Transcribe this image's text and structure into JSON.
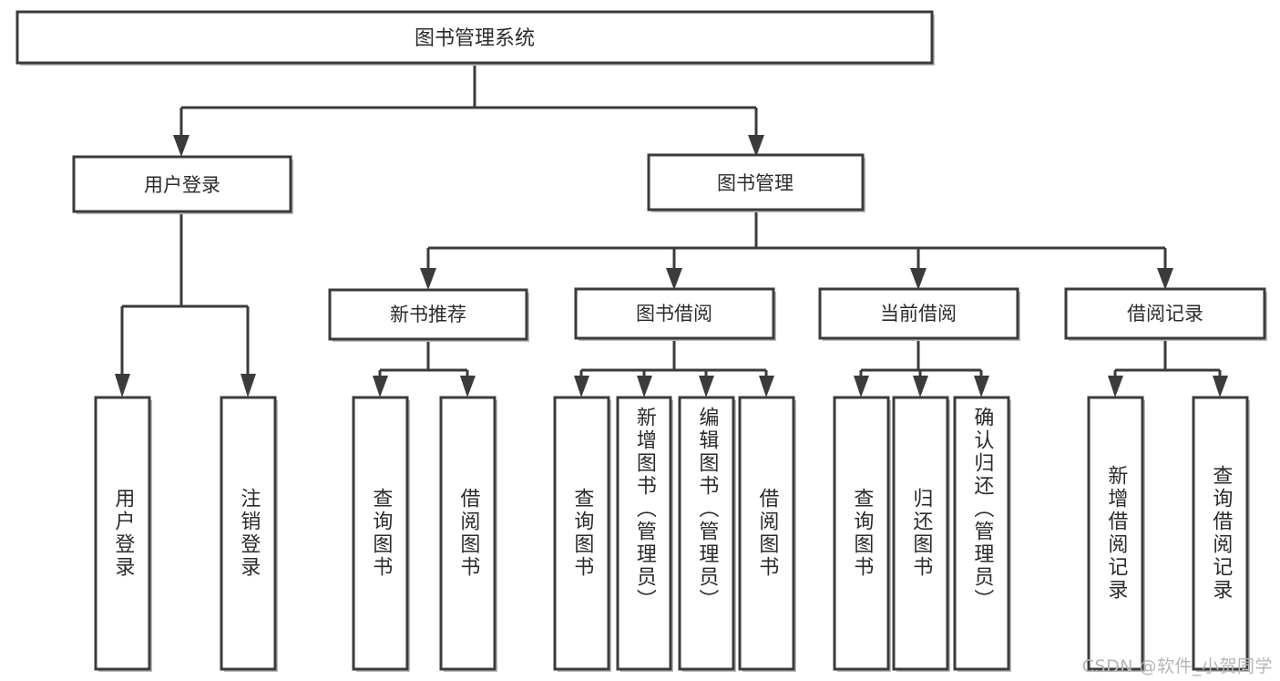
{
  "diagram": {
    "title": "图书管理系统",
    "type": "tree-hierarchy-diagram",
    "colors": {
      "background": "#ffffff",
      "box_stroke": "#3b3b3b",
      "box_fill": "#ffffff",
      "text": "#2b2b2b",
      "shadow": "#bdbdbd",
      "watermark": "#b6b6b6"
    },
    "root": {
      "label": "图书管理系统"
    },
    "level2": [
      {
        "label": "用户登录"
      },
      {
        "label": "图书管理"
      }
    ],
    "level3": [
      {
        "label": "新书推荐"
      },
      {
        "label": "图书借阅"
      },
      {
        "label": "当前借阅"
      },
      {
        "label": "借阅记录"
      }
    ],
    "leaves": {
      "user_login": [
        {
          "label": "用户登录"
        },
        {
          "label": "注销登录"
        }
      ],
      "new_book_recommend": [
        {
          "label": "查询图书"
        },
        {
          "label": "借阅图书"
        }
      ],
      "book_borrow": [
        {
          "label": "查询图书"
        },
        {
          "label": "新增图书（管理员）"
        },
        {
          "label": "编辑图书（管理员）"
        },
        {
          "label": "借阅图书"
        }
      ],
      "current_borrow": [
        {
          "label": "查询图书"
        },
        {
          "label": "归还图书"
        },
        {
          "label": "确认归还（管理员）"
        }
      ],
      "borrow_record": [
        {
          "label": "新增借阅记录"
        },
        {
          "label": "查询借阅记录"
        }
      ]
    },
    "watermark": "CSDN @软件_小贺同学"
  }
}
